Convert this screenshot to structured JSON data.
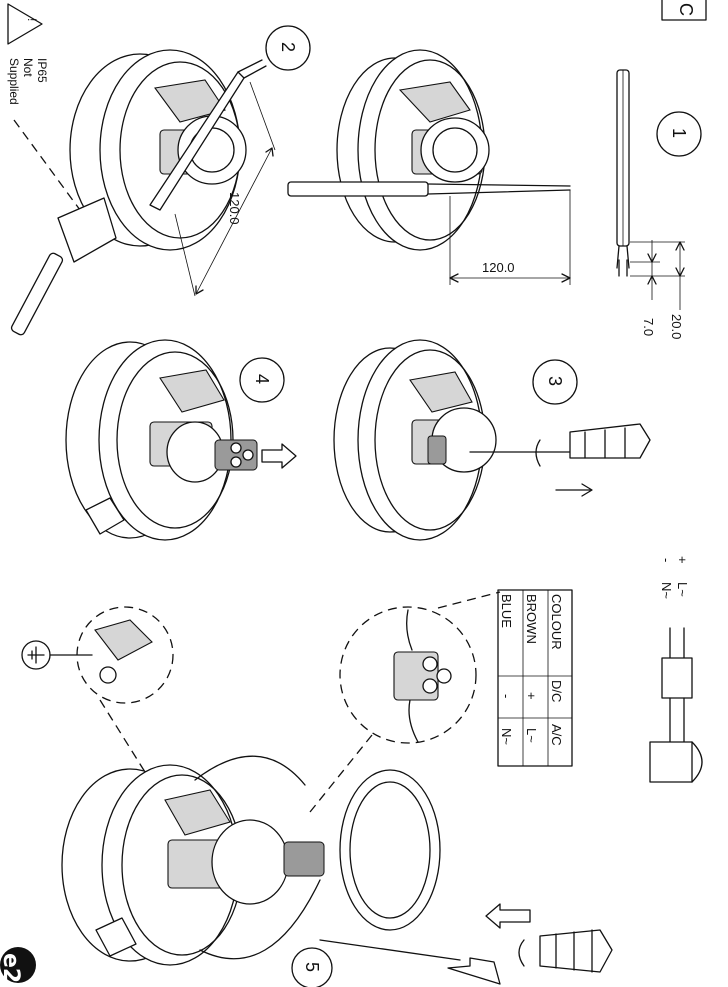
{
  "page_letter": "C",
  "warning": {
    "line1": "IP65",
    "line2": "Not",
    "line3": "Supplied"
  },
  "steps": {
    "s1": "1",
    "s2": "2",
    "s3": "3",
    "s4": "4",
    "s5": "5"
  },
  "dimensions": {
    "strip_outer": "20.0",
    "strip_inner": "7.0",
    "length_a": "120.0",
    "length_b": "120.0"
  },
  "polarity": {
    "plus": "+",
    "minus": "-",
    "live": "L~",
    "neutral": "N~"
  },
  "wiring_table": {
    "headers": [
      "COLOUR",
      "D/C",
      "A/C"
    ],
    "rows": [
      [
        "BROWN",
        "+",
        "L~"
      ],
      [
        "BLUE",
        "-",
        "N~"
      ]
    ]
  },
  "logo_text": "e2"
}
